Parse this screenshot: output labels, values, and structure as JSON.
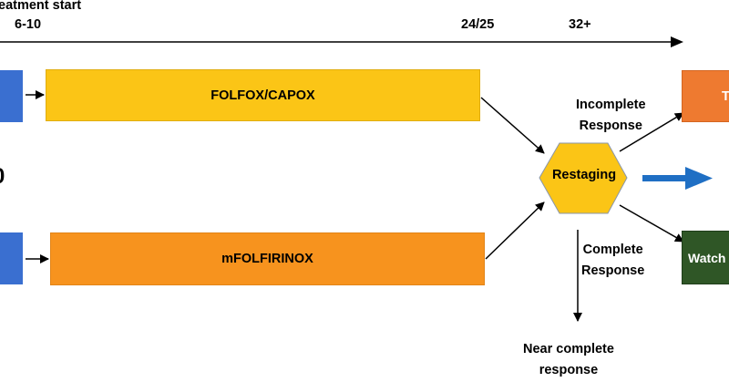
{
  "timeline": {
    "header_label": "eatment start",
    "ticks": [
      "6-10",
      "24/25",
      "32+"
    ]
  },
  "arms": {
    "top_label": "FOLFOX/CAPOX",
    "bottom_label": "mFOLFIRINOX"
  },
  "restaging": {
    "label": "Restaging"
  },
  "responses": {
    "incomplete": "Incomplete\nResponse",
    "complete": "Complete\nResponse",
    "near_complete": "Near complete\nresponse"
  },
  "outcomes": {
    "top_label": "T",
    "bottom_label": "Watch"
  },
  "left_edge_label": "0",
  "colors": {
    "blue_box": "#3a6fd0",
    "folfox": "#fbc516",
    "mfolfirinox": "#f7931e",
    "restaging_hexagon": "#fbc516",
    "tna_box": "#ee7a30",
    "watch_box": "#2f5626",
    "blue_arrow": "#1f6fc4"
  }
}
